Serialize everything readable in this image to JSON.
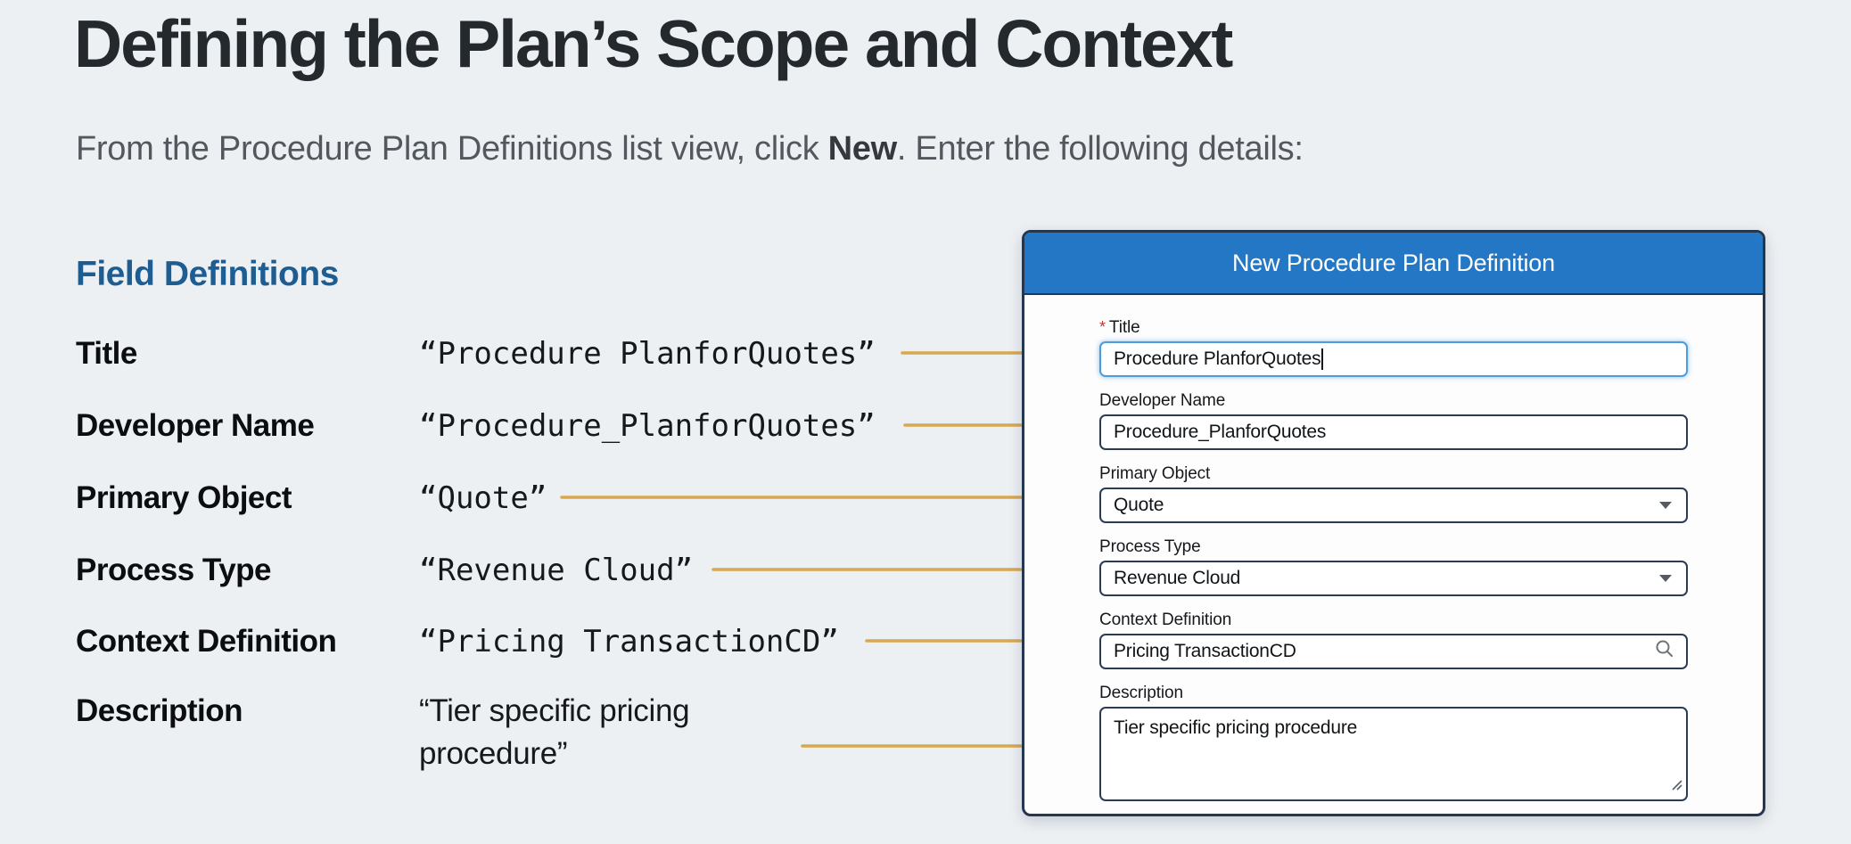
{
  "page": {
    "title": "Defining the Plan’s Scope and Context",
    "intro_prefix": "From the Procedure Plan Definitions list view, click ",
    "intro_bold": "New",
    "intro_suffix": ". Enter the following details:"
  },
  "field_definitions": {
    "heading": "Field Definitions",
    "rows": [
      {
        "label": "Title",
        "value": "“Procedure PlanforQuotes”"
      },
      {
        "label": "Developer Name",
        "value": "“Procedure_PlanforQuotes”"
      },
      {
        "label": "Primary Object",
        "value": "“Quote”"
      },
      {
        "label": "Process Type",
        "value": "“Revenue Cloud”"
      },
      {
        "label": "Context Definition",
        "value": "“Pricing TransactionCD”"
      },
      {
        "label": "Description",
        "value": "“Tier specific pricing procedure”"
      }
    ]
  },
  "form": {
    "title": "New Procedure Plan Definition",
    "required_marker": "*",
    "fields": [
      {
        "label": "Title",
        "value": "Procedure PlanforQuotes",
        "type": "text",
        "required": true,
        "focused": true
      },
      {
        "label": "Developer Name",
        "value": "Procedure_PlanforQuotes",
        "type": "text"
      },
      {
        "label": "Primary Object",
        "value": "Quote",
        "type": "select"
      },
      {
        "label": "Process Type",
        "value": "Revenue Cloud",
        "type": "select"
      },
      {
        "label": "Context Definition",
        "value": "Pricing TransactionCD",
        "type": "lookup"
      },
      {
        "label": "Description",
        "value": "Tier specific pricing procedure",
        "type": "textarea"
      }
    ],
    "icons": [
      "chevron-down-icon",
      "chevron-down-icon",
      "search-icon",
      "textarea-resize-icon"
    ]
  },
  "colors": {
    "bg": "#edf0f3",
    "heading": "#24292e",
    "body": "#53585e",
    "accent": "#1d5d92",
    "header": "#2377c4",
    "dialog-border": "#24374f",
    "input-border": "#2a3c55",
    "focus": "#4f9cda",
    "arrow": "#d9a750",
    "req": "#c23934"
  }
}
